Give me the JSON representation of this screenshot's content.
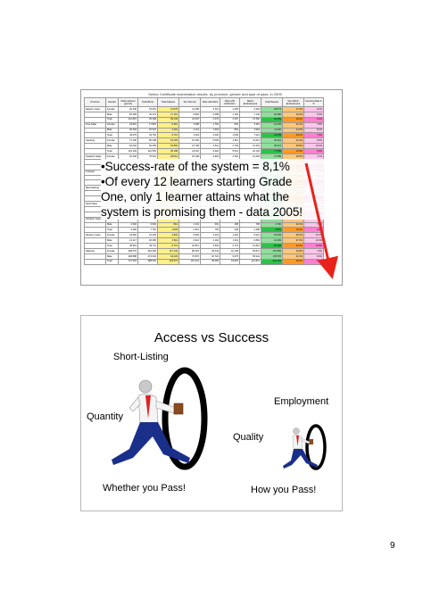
{
  "slide1": {
    "table_title": "Senior Certificate examination results, by province, gender and type of pass, in 2005",
    "headers": [
      "Province",
      "Gender",
      "Total Learners (grd 12)",
      "Total Wrote",
      "Total Failures",
      "Sen Normal",
      "Pass with Merit",
      "Pass with Distinction",
      "Matric Endorsement",
      "Total Passed",
      "Sen Matric Endorsement",
      "Success Rate in %"
    ],
    "rows": [
      [
        "Eastern Cape",
        "Female",
        "62 446",
        "51 051",
        "21 978",
        "11 205",
        "2 311",
        "1 205",
        "6 218",
        "29 073",
        "17.4%",
        "6.1%"
      ],
      [
        "",
        "Male",
        "50 369",
        "42 447",
        "17 161",
        "9 892",
        "2 068",
        "1 102",
        "7 142",
        "25 286",
        "19.2%",
        "6.3%"
      ],
      [
        "",
        "Total",
        "112 815",
        "93 498",
        "39 139",
        "21 097",
        "4 379",
        "2 307",
        "13 360",
        "54 359",
        "18.2%",
        "6.2%"
      ],
      [
        "Free State",
        "Female",
        "22 861",
        "17 815",
        "5 412",
        "4 908",
        "1 702",
        "843",
        "3 310",
        "12 403",
        "22.1%",
        "7.8%"
      ],
      [
        "",
        "Male",
        "20 218",
        "15 937",
        "4 301",
        "4 211",
        "1 518",
        "802",
        "3 902",
        "11 636",
        "24.3%",
        "8.1%"
      ],
      [
        "",
        "Total",
        "43 079",
        "33 752",
        "9 713",
        "9 119",
        "3 220",
        "1 645",
        "7 212",
        "24 039",
        "23.2%",
        "7.9%"
      ],
      [
        "Gauteng",
        "Female",
        "71 190",
        "60 248",
        "19 306",
        "15 402",
        "5 009",
        "2 811",
        "11 612",
        "40 942",
        "23.4%",
        "9.6%"
      ],
      [
        "",
        "Male",
        "62 004",
        "52 305",
        "15 892",
        "13 708",
        "4 611",
        "2 703",
        "12 491",
        "36 413",
        "25.8%",
        "10.2%"
      ],
      [
        "",
        "Total",
        "133 194",
        "112 553",
        "35 198",
        "29 110",
        "9 620",
        "5 514",
        "24 103",
        "77 355",
        "24.5%",
        "9.9%"
      ],
      [
        "KwaZulu-Natal",
        "Female",
        "91 302",
        "75 601",
        "28 012",
        "20 108",
        "4 902",
        "2 302",
        "13 403",
        "47 589",
        "19.5%",
        "7.1%"
      ],
      [
        "",
        "Male",
        "80 117",
        "67 098",
        "23 414",
        "18 011",
        "4 416",
        "2 205",
        "15 502",
        "43 684",
        "21.4%",
        "7.6%"
      ],
      [
        "",
        "Total",
        "171 419",
        "142 699",
        "51 426",
        "38 119",
        "9 318",
        "4 507",
        "28 905",
        "91 273",
        "20.4%",
        "7.3%"
      ],
      [
        "Limpopo",
        "Female",
        "51 602",
        "43 408",
        "19 402",
        "10 912",
        "1 802",
        "611",
        "5 401",
        "24 006",
        "13.3%",
        "4.1%"
      ],
      [
        "",
        "Male",
        "44 911",
        "37 802",
        "15 018",
        "9 612",
        "1 701",
        "599",
        "6 102",
        "22 784",
        "16.1%",
        "4.8%"
      ],
      [
        "",
        "Total",
        "96 513",
        "81 210",
        "34 420",
        "20 524",
        "3 503",
        "1 210",
        "11 503",
        "46 790",
        "14.6%",
        "4.4%"
      ],
      [
        "Mpumalanga",
        "Female",
        "32 118",
        "27 004",
        "12 302",
        "6 801",
        "1 102",
        "402",
        "3 811",
        "14 702",
        "14.2%",
        "4.5%"
      ],
      [
        "",
        "Male",
        "28 502",
        "23 905",
        "10 118",
        "6 012",
        "1 011",
        "396",
        "4 402",
        "13 787",
        "18.5%",
        "5.3%"
      ],
      [
        "",
        "Total",
        "60 620",
        "50 909",
        "22 420",
        "12 813",
        "2 113",
        "798",
        "8 213",
        "28 489",
        "16.2%",
        "4.9%"
      ],
      [
        "North West",
        "Female",
        "17 402",
        "14 302",
        "4 811",
        "3 902",
        "1 012",
        "402",
        "2 402",
        "9 491",
        "16.8%",
        "5.9%"
      ],
      [
        "",
        "Male",
        "15 318",
        "12 601",
        "3 902",
        "3 411",
        "905",
        "389",
        "2 802",
        "8 699",
        "22.2%",
        "6.7%"
      ],
      [
        "",
        "Total",
        "32 720",
        "26 903",
        "8 713",
        "7 313",
        "1 917",
        "791",
        "5 204",
        "18 190",
        "19.3%",
        "6.3%"
      ],
      [
        "Northern Cape",
        "Female",
        "4 952",
        "4 108",
        "1 017",
        "1 211",
        "402",
        "171",
        "702",
        "3 091",
        "17.1%",
        "6.4%"
      ],
      [
        "",
        "Male",
        "4 332",
        "3 602",
        "812",
        "1 101",
        "391",
        "168",
        "796",
        "2 790",
        "22.1%",
        "7.4%"
      ],
      [
        "",
        "Total",
        "9 284",
        "7 710",
        "1 829",
        "2 312",
        "793",
        "339",
        "1 498",
        "5 881",
        "19.4%",
        "6.9%"
      ],
      [
        "Western Cape",
        "Female",
        "24 802",
        "21 406",
        "4 902",
        "5 902",
        "2 401",
        "1 402",
        "6 012",
        "16 504",
        "28.1%",
        "12.3%"
      ],
      [
        "",
        "Male",
        "21 117",
        "18 305",
        "3 811",
        "4 912",
        "2 102",
        "1 311",
        "6 802",
        "14 494",
        "37.2%",
        "13.4%"
      ],
      [
        "",
        "Total",
        "45 919",
        "39 711",
        "8 713",
        "10 814",
        "4 503",
        "2 713",
        "12 814",
        "30 998",
        "32.3%",
        "12.8%"
      ],
      [
        "National",
        "Female",
        "408 675",
        "315 000",
        "117 142",
        "80 351",
        "20 643",
        "10 149",
        "52 871",
        "197 858",
        "16.8%",
        "7.9%"
      ],
      [
        "",
        "Male",
        "338 888",
        "273 002",
        "94 429",
        "70 870",
        "18 723",
        "9 675",
        "59 941",
        "178 578",
        "21.9%",
        "8.4%"
      ],
      [
        "",
        "Total",
        "747 563",
        "588 002",
        "211 571",
        "151 221",
        "39 366",
        "19 824",
        "112 812",
        "376 436",
        "19.2%",
        "8.1%"
      ]
    ],
    "overlay_lines": [
      "•Success-rate of the system = 8,1%",
      "•Of every 12 learners starting Grade",
      "One, only 1 learner attains what the",
      "system is promising them - data 2005!"
    ],
    "colors": {
      "arrow": "#e8231b",
      "pass": "#2fc04a",
      "endorse": "#ff9a2a",
      "success": "#ff7fd0",
      "fail": "#fff08a"
    }
  },
  "slide2": {
    "title": "Access vs Success",
    "short_listing": "Short-Listing",
    "employment": "Employment",
    "quantity": "Quantity",
    "quality": "Quality",
    "whether_pass": "Whether you Pass!",
    "how_pass": "How you Pass!"
  },
  "page_number": "9"
}
